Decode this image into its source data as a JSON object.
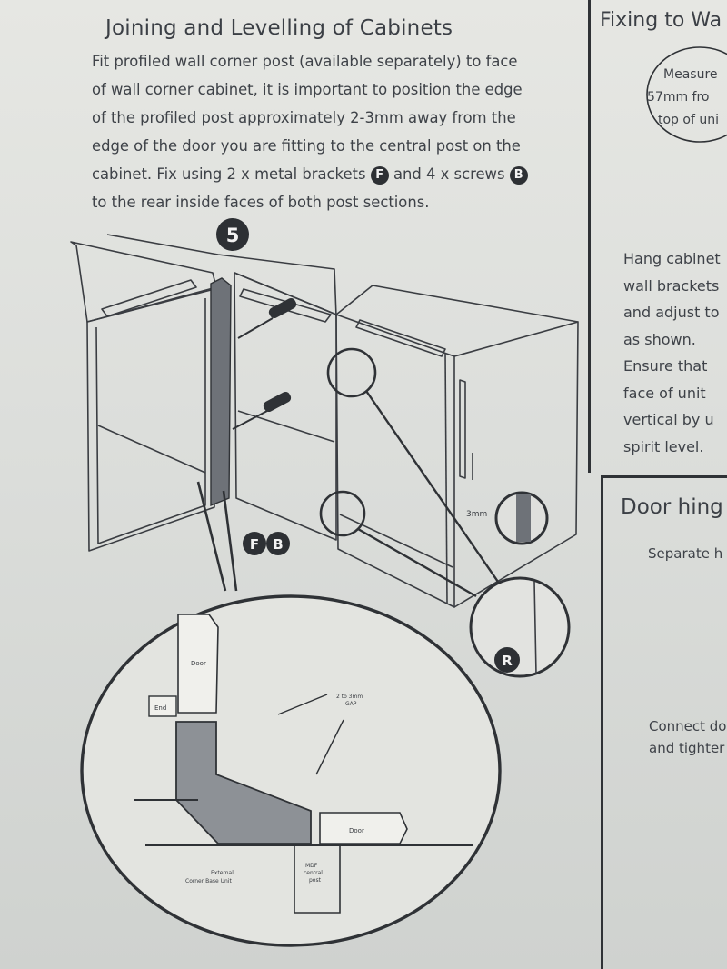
{
  "left": {
    "title": "Joining and Levelling of Cabinets",
    "para": [
      "Fit profiled wall corner post (available separately) to face",
      "of wall corner cabinet, it is important to position the edge",
      "of the profiled post approximately 2-3mm away from the",
      "edge of the door you are fitting to the central post on the",
      "cabinet. Fix using 2 x metal brackets",
      "and 4 x screws",
      "to the rear inside faces of both post sections."
    ],
    "badge_f": "F",
    "badge_b": "B",
    "step": "5",
    "label_fb_f": "F",
    "label_fb_b": "B",
    "label_r": "R",
    "label_3mm": "3mm",
    "detail": {
      "door_top": "Door",
      "end": "End",
      "gap": "2 to 3mm",
      "gap2": "GAP",
      "door_right": "Door",
      "corner_l1": "External",
      "corner_l2": "Corner Base Unit",
      "mdf_l1": "MDF",
      "mdf_l2": "central",
      "mdf_l3": "post"
    }
  },
  "right": {
    "heading": "Fixing to Wa",
    "bubble": [
      "Measure",
      "57mm fro",
      "top of uni"
    ],
    "text": [
      "Hang cabinet",
      "wall brackets",
      "and adjust to",
      "as shown.",
      "Ensure that",
      "face of unit",
      "vertical by u",
      "spirit level."
    ],
    "door_heading": "Door hing",
    "separate": "Separate h",
    "connect": [
      "Connect do",
      "and tighter"
    ]
  }
}
